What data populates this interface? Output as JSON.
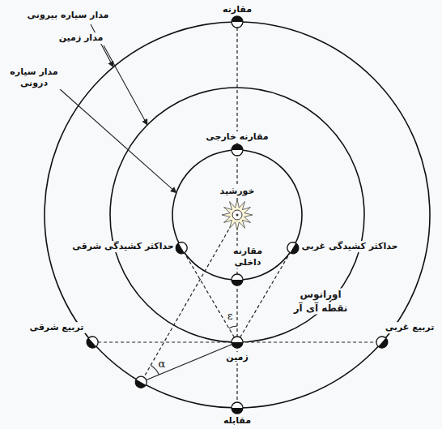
{
  "diagram": {
    "labels": [
      "مقارنه",
      "مدار سیاره بیرونی",
      "مدار زمین",
      "مدار سیاره درونی",
      "مقارنه خارجی",
      "خورشید",
      "حداکثر کشیدگی شرقی",
      "حداکثر کشیدگی غربی",
      "مقارنه داخلی",
      "اورانوس",
      "نقطه آی آر",
      "ε",
      "α",
      "تربیع شرقی",
      "زمین",
      "تربیع غربی",
      "مقابله"
    ]
  }
}
